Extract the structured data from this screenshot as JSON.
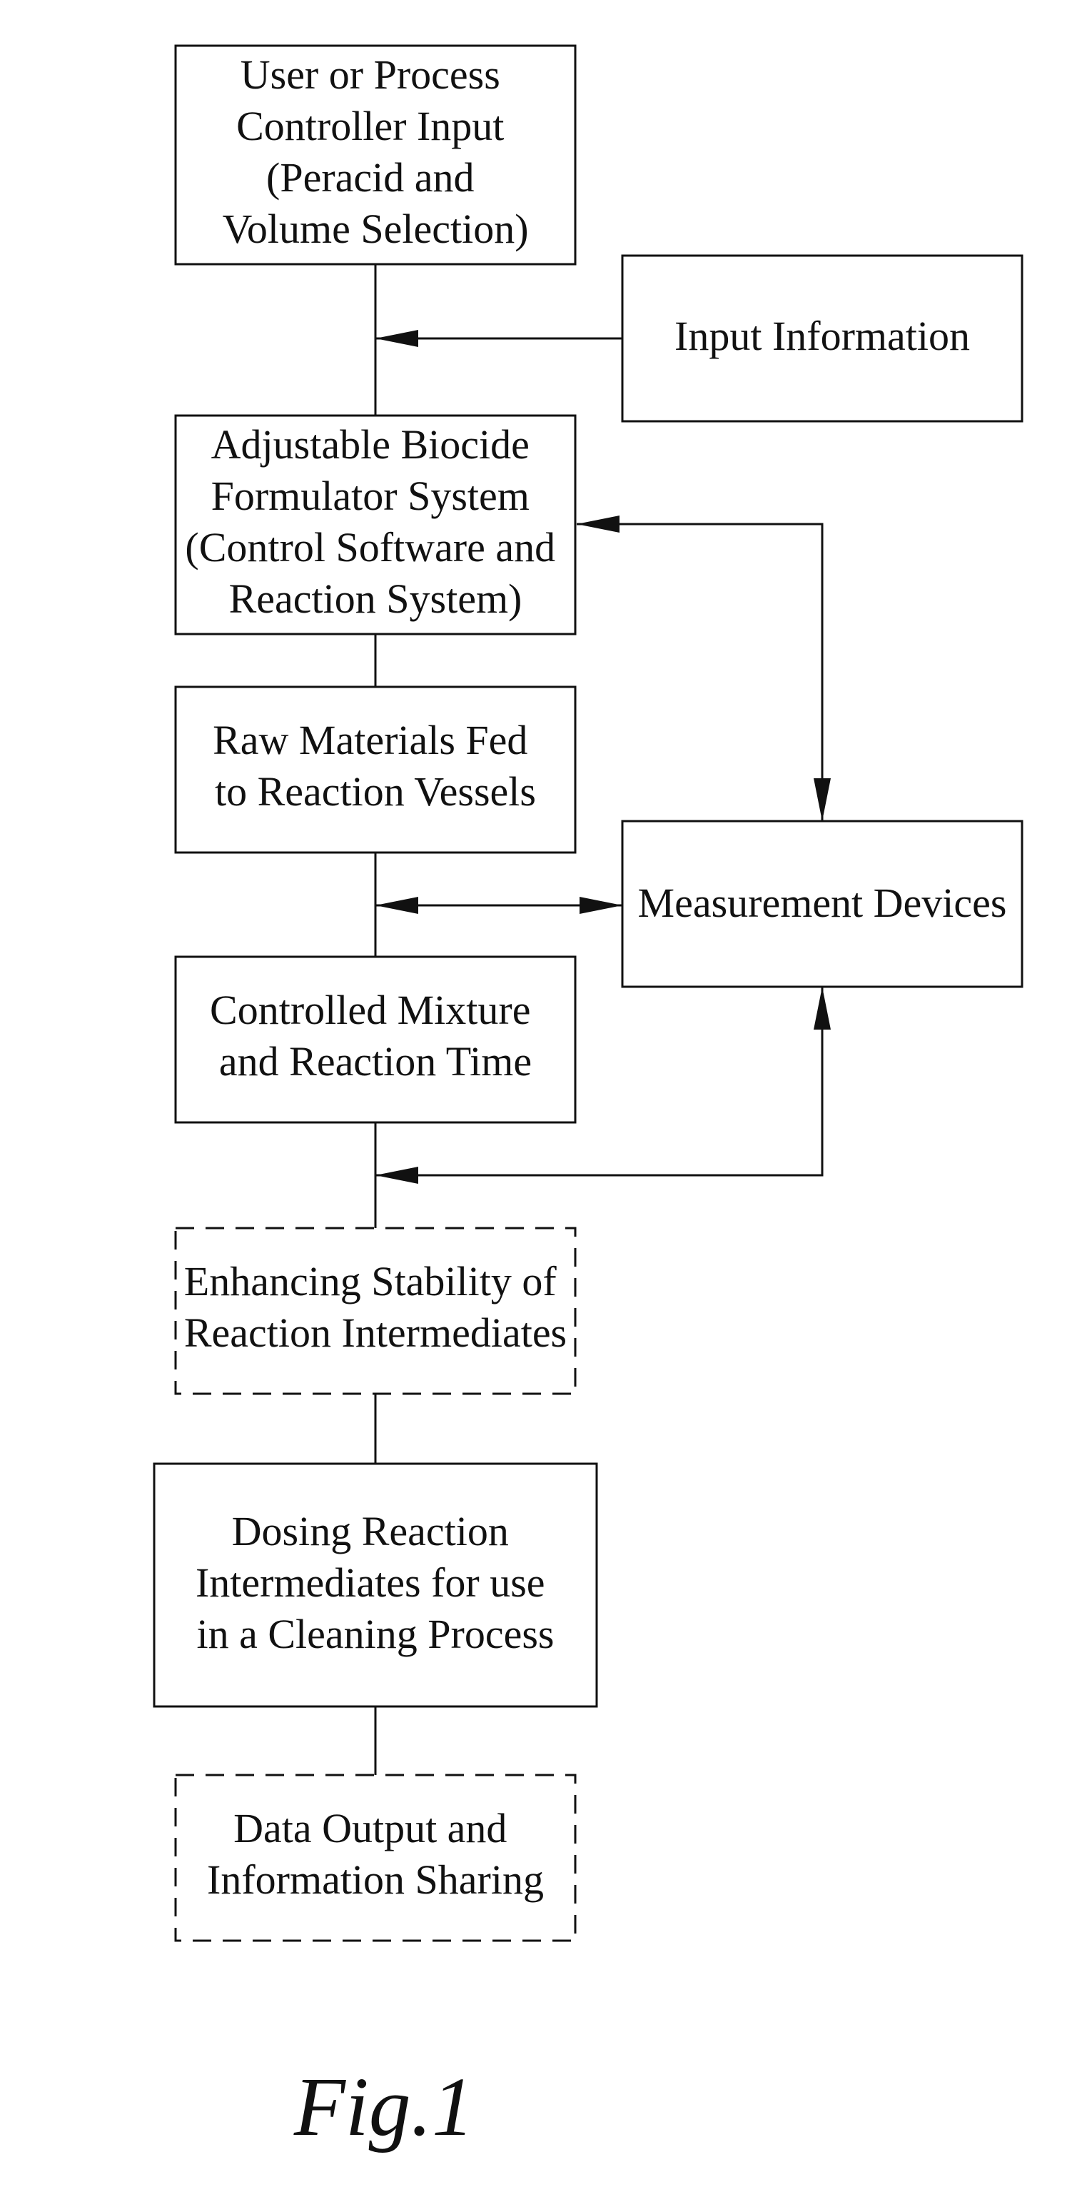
{
  "diagram": {
    "nodes": {
      "user_input": {
        "lines": [
          "User or Process",
          "Controller Input",
          "(Peracid and",
          "Volume Selection)"
        ],
        "style": "solid"
      },
      "input_information": {
        "lines": [
          "Input Information"
        ],
        "style": "solid"
      },
      "biocide_formulator": {
        "lines": [
          "Adjustable Biocide",
          "Formulator System",
          "(Control Software and",
          "Reaction System)"
        ],
        "style": "solid"
      },
      "raw_materials": {
        "lines": [
          "Raw Materials Fed",
          "to Reaction Vessels"
        ],
        "style": "solid"
      },
      "measurement_devices": {
        "lines": [
          "Measurement Devices"
        ],
        "style": "solid"
      },
      "controlled_mixture": {
        "lines": [
          "Controlled Mixture",
          "and Reaction Time"
        ],
        "style": "solid"
      },
      "enhancing_stability": {
        "lines": [
          "Enhancing Stability of",
          "Reaction Intermediates"
        ],
        "style": "dashed"
      },
      "dosing": {
        "lines": [
          "Dosing Reaction",
          "Intermediates for use",
          "in a Cleaning Process"
        ],
        "style": "solid"
      },
      "data_output": {
        "lines": [
          "Data Output and",
          "Information Sharing"
        ],
        "style": "dashed"
      }
    },
    "edges": [
      {
        "from": "user_input",
        "to": "biocide_formulator",
        "arrow": "none"
      },
      {
        "from": "input_information",
        "to": "user_input-biocide_formulator",
        "arrow": "end"
      },
      {
        "from": "biocide_formulator",
        "to": "measurement_devices",
        "arrow": "both"
      },
      {
        "from": "biocide_formulator",
        "to": "raw_materials",
        "arrow": "none"
      },
      {
        "from": "raw_materials",
        "to": "controlled_mixture",
        "arrow": "none"
      },
      {
        "from": "raw_materials-controlled_mixture",
        "to": "measurement_devices",
        "arrow": "both"
      },
      {
        "from": "controlled_mixture",
        "to": "enhancing_stability",
        "arrow": "none"
      },
      {
        "from": "measurement_devices",
        "to": "controlled_mixture-enhancing_stability",
        "arrow": "both"
      },
      {
        "from": "enhancing_stability",
        "to": "dosing",
        "arrow": "none"
      },
      {
        "from": "dosing",
        "to": "data_output",
        "arrow": "none"
      }
    ],
    "figure_label": "Fig.1",
    "colors": {
      "line": "#111111",
      "background": "#ffffff"
    }
  }
}
